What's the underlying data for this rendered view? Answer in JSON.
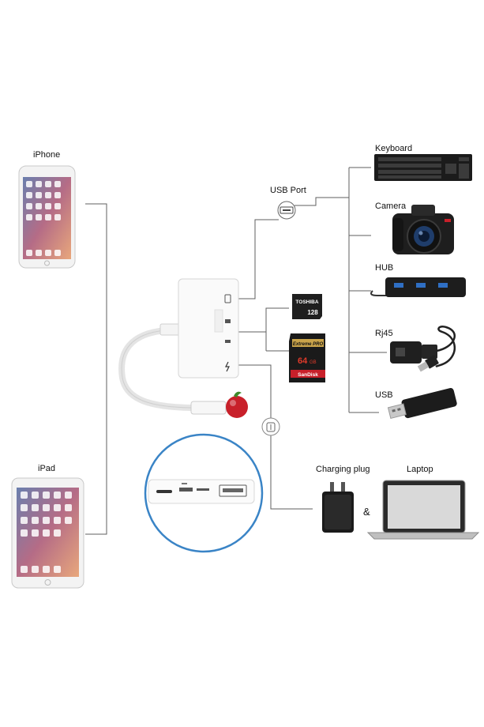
{
  "sources": {
    "iphone": "iPhone",
    "ipad": "iPad"
  },
  "usb_port": "USB Port",
  "devices": {
    "keyboard": "Keyboard",
    "camera": "Camera",
    "hub": "HUB",
    "rj45": "Rj45",
    "usb": "USB"
  },
  "charging": {
    "plug": "Charging plug",
    "amp": "&",
    "laptop": "Laptop"
  },
  "cards": {
    "micro_brand": "TOSHIBA",
    "micro_capacity": "128",
    "sd_brand": "SanDisk",
    "sd_series": "Extreme PRO",
    "sd_capacity": "64",
    "sd_unit": "GB"
  },
  "colors": {
    "line": "#5f5f5f",
    "circle": "#3a84c6",
    "red": "#c8202a"
  }
}
